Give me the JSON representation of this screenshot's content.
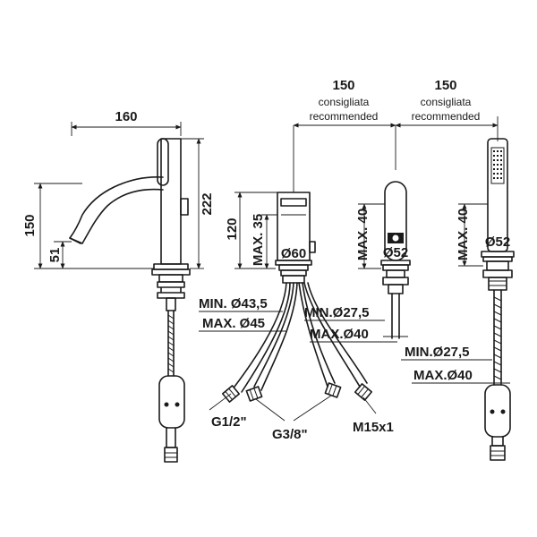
{
  "dimensions": {
    "width_160": "160",
    "height_222": "222",
    "height_150": "150",
    "height_51": "51",
    "spacing_150_a": "150",
    "spacing_150_b": "150",
    "recommended_it_a": "consigliata",
    "recommended_en_a": "recommended",
    "recommended_it_b": "consigliata",
    "recommended_en_b": "recommended",
    "height_120": "120",
    "max_35": "MAX. 35",
    "diameter_60": "Ø60",
    "max_40_a": "MAX. 40",
    "diameter_52_a": "Ø52",
    "max_40_b": "MAX. 40",
    "diameter_52_b": "Ø52",
    "min_43_5": "MIN. Ø43,5",
    "max_45": "MAX. Ø45",
    "min_27_5_a": "MIN.Ø27,5",
    "max_40_c": "MAX.Ø40",
    "min_27_5_b": "MIN.Ø27,5",
    "max_40_d": "MAX.Ø40"
  },
  "connections": {
    "g12": "G1/2\"",
    "g38": "G3/8\"",
    "m15": "M15x1"
  }
}
